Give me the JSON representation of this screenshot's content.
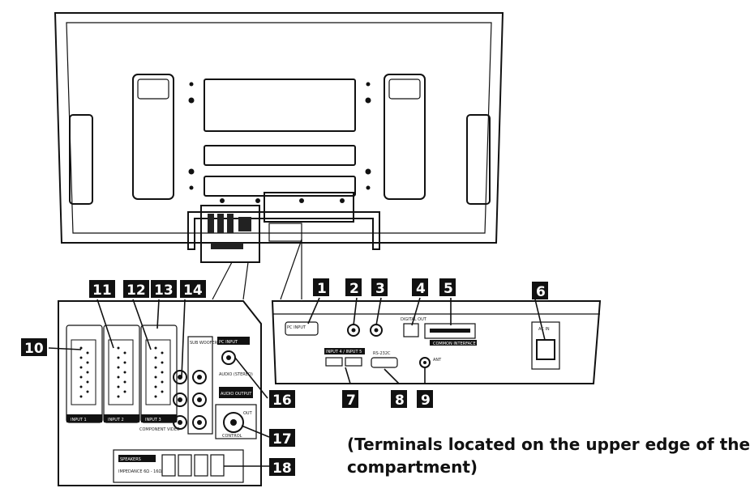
{
  "caption": {
    "line1": "(Terminals located on the upper edge of the",
    "line2": "compartment)"
  },
  "callouts": [
    "1",
    "2",
    "3",
    "4",
    "5",
    "6",
    "7",
    "8",
    "9",
    "10",
    "11",
    "12",
    "13",
    "14",
    "16",
    "17",
    "18"
  ],
  "panel_labels": {
    "input1": "INPUT 1",
    "input2": "INPUT 2",
    "input3": "INPUT 3",
    "component_video": "COMPONENT VIDEO",
    "subwoofer": "SUB WOOFER",
    "pc_input": "PC INPUT",
    "audio_stereo": "AUDIO (STEREO)",
    "audio_output": "AUDIO OUTPUT",
    "out": "OUT",
    "control": "CONTROL",
    "speakers": "SPEAKERS",
    "impedance": "IMPEDANCE 6Ω - 16Ω",
    "pc_input_top": "PC INPUT",
    "common_interface": "COMMON INTERFACE",
    "digital_out": "DIGITAL OUT",
    "ac_in": "AC IN",
    "hdmi": "INPUT 4 / INPUT 5",
    "rs232c": "RS-232C",
    "ant": "ANT"
  }
}
